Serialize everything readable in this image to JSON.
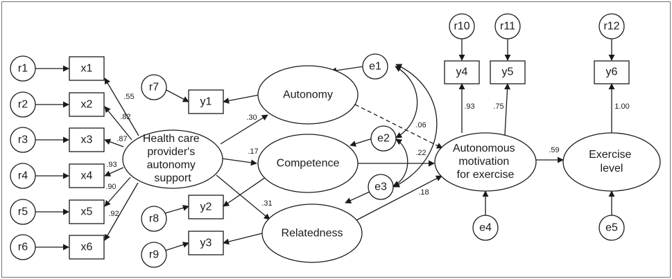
{
  "diagram": {
    "residuals": {
      "r1": "r1",
      "r2": "r2",
      "r3": "r3",
      "r4": "r4",
      "r5": "r5",
      "r6": "r6",
      "r7": "r7",
      "r8": "r8",
      "r9": "r9",
      "r10": "r10",
      "r11": "r11",
      "r12": "r12"
    },
    "errors": {
      "e1": "e1",
      "e2": "e2",
      "e3": "e3",
      "e4": "e4",
      "e5": "e5"
    },
    "indicators": {
      "x1": "x1",
      "x2": "x2",
      "x3": "x3",
      "x4": "x4",
      "x5": "x5",
      "x6": "x6",
      "y1": "y1",
      "y2": "y2",
      "y3": "y3",
      "y4": "y4",
      "y5": "y5",
      "y6": "y6"
    },
    "latents": {
      "support": [
        "Health care",
        "provider's",
        "autonomy",
        "support"
      ],
      "autonomy": [
        "Autonomy"
      ],
      "competence": [
        "Competence"
      ],
      "relatedness": [
        "Relatedness"
      ],
      "motivation": [
        "Autonomous",
        "motivation",
        "for exercise"
      ],
      "exercise": [
        "Exercise",
        "level"
      ]
    },
    "coefficients": {
      "support_x1": ".55",
      "support_x2": ".82",
      "support_x3": ".87",
      "support_x4": ".93",
      "support_x5": ".90",
      "support_x6": ".92",
      "support_autonomy": ".30",
      "support_competence": ".17",
      "support_relatedness": ".31",
      "autonomy_motivation": ".06",
      "competence_motivation": ".22",
      "relatedness_motivation": ".18",
      "motivation_y4": ".93",
      "motivation_y5": ".75",
      "motivation_exercise": ".59",
      "exercise_y6": "1.00"
    }
  }
}
